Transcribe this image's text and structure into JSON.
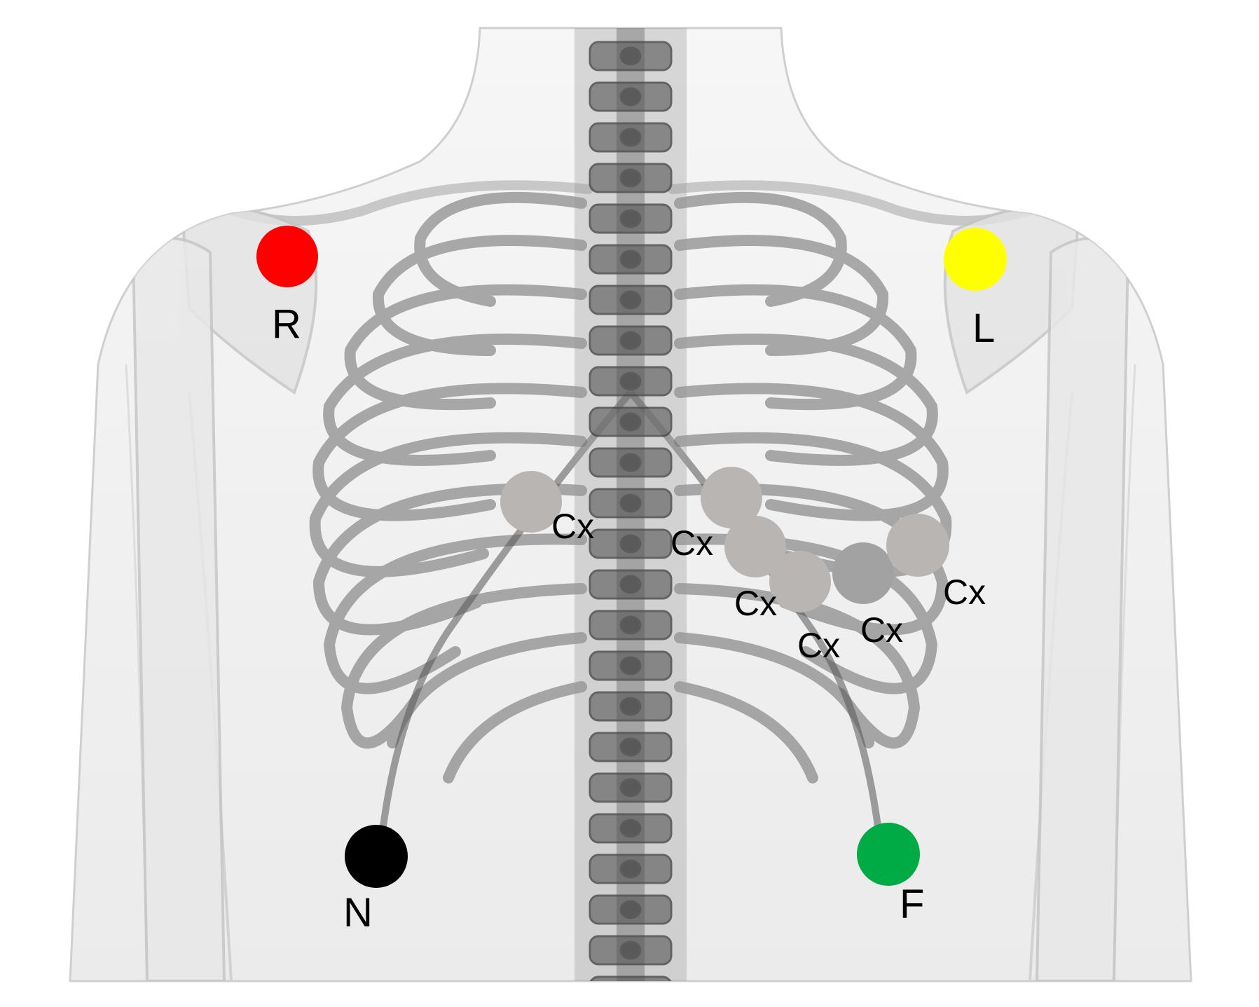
{
  "limb_electrodes": [
    {
      "id": "R",
      "label": "R",
      "color": "#ff0000"
    },
    {
      "id": "L",
      "label": "L",
      "color": "#ffff00"
    },
    {
      "id": "N",
      "label": "N",
      "color": "#000000"
    },
    {
      "id": "F",
      "label": "F",
      "color": "#00aa44"
    }
  ],
  "precordial_electrodes": [
    {
      "label": "Cx",
      "color": "#b9b5b3"
    },
    {
      "label": "Cx",
      "color": "#b9b5b3"
    },
    {
      "label": "Cx",
      "color": "#b9b5b3"
    },
    {
      "label": "Cx",
      "color": "#b9b5b3"
    },
    {
      "label": "Cx",
      "color": "#a2a2a2"
    },
    {
      "label": "Cx",
      "color": "#b9b5b3"
    }
  ],
  "colors": {
    "skin_fill": "#f1f1f1",
    "skin_outline": "#c9c9c9",
    "bone_stroke": "#5a5a5a",
    "spine_fill": "#7c7c7c"
  }
}
